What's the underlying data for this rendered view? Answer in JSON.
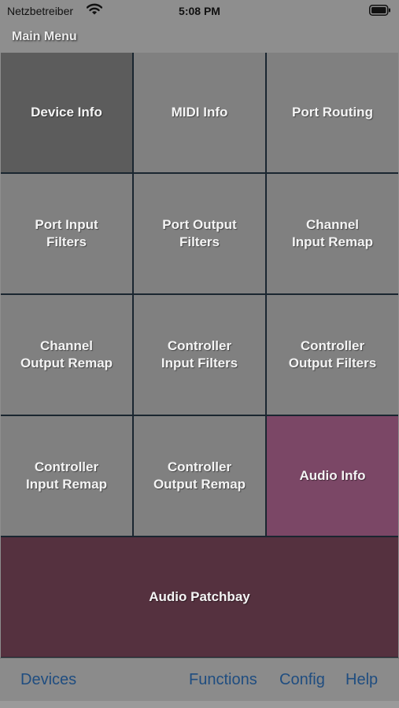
{
  "status_bar": {
    "carrier": "Netzbetreiber",
    "time": "5:08 PM"
  },
  "nav": {
    "title": "Main Menu"
  },
  "colors": {
    "tile_gray": "#808080",
    "tile_selected": "#5c5c5c",
    "tile_audio_info": "#7b4766",
    "tile_audio_patchbay": "#55313f",
    "tab_link": "#1f4d80"
  },
  "menu": {
    "tiles": [
      {
        "label": "Device Info"
      },
      {
        "label": "MIDI Info"
      },
      {
        "label": "Port Routing"
      },
      {
        "label": "Port Input\nFilters"
      },
      {
        "label": "Port Output\nFilters"
      },
      {
        "label": "Channel\nInput Remap"
      },
      {
        "label": "Channel\nOutput Remap"
      },
      {
        "label": "Controller\nInput Filters"
      },
      {
        "label": "Controller\nOutput Filters"
      },
      {
        "label": "Controller\nInput Remap"
      },
      {
        "label": "Controller\nOutput Remap"
      },
      {
        "label": "Audio Info"
      },
      {
        "label": "Audio Patchbay"
      }
    ]
  },
  "tab_bar": {
    "devices": "Devices",
    "functions": "Functions",
    "config": "Config",
    "help": "Help"
  }
}
